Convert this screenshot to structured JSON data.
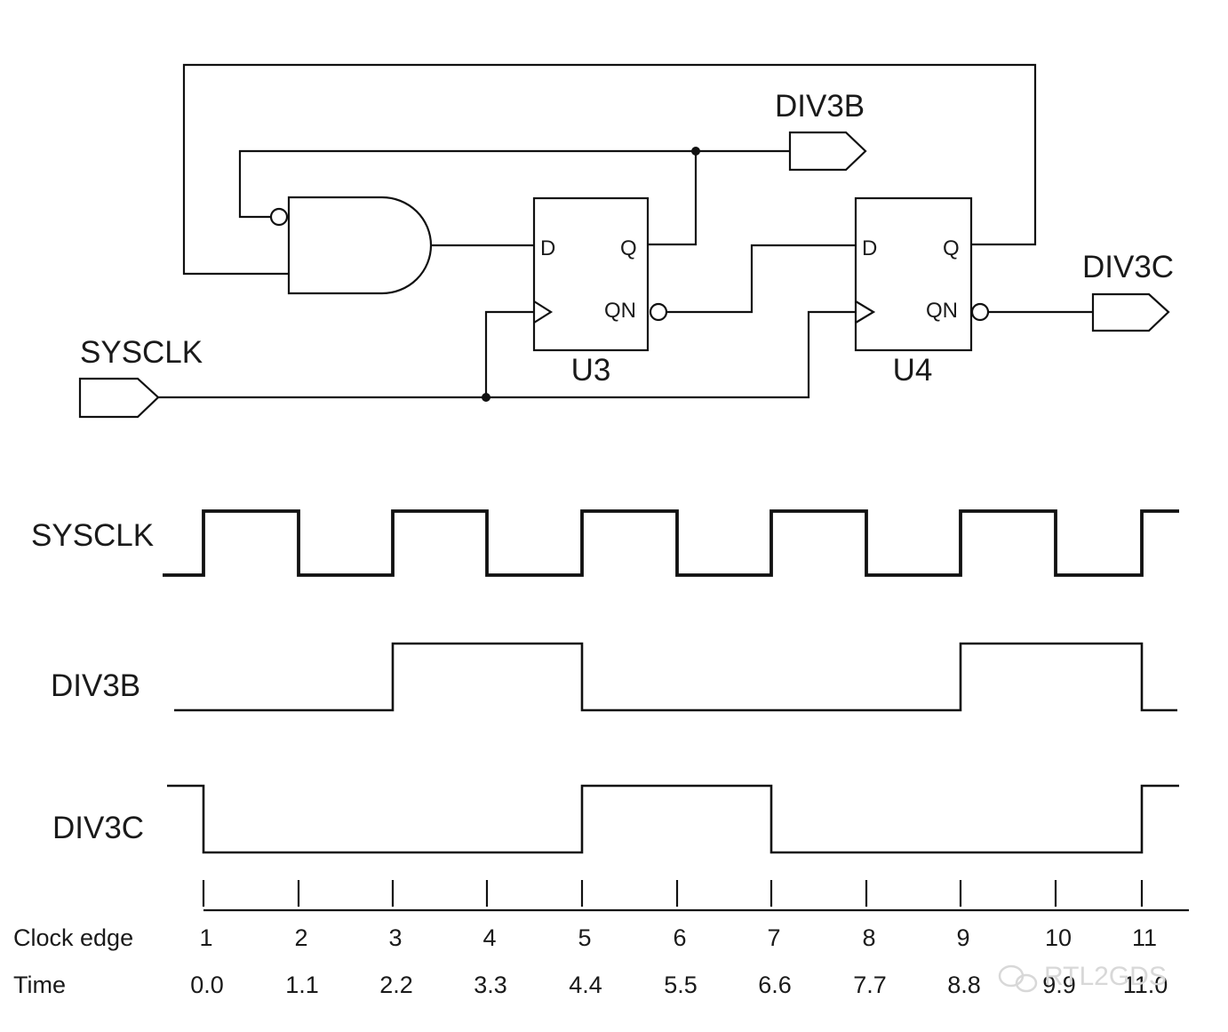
{
  "ports": {
    "input": "SYSCLK",
    "output_b": "DIV3B",
    "output_c": "DIV3C"
  },
  "components": {
    "u3": {
      "name": "U3",
      "pin_d": "D",
      "pin_q": "Q",
      "pin_qn": "QN"
    },
    "u4": {
      "name": "U4",
      "pin_d": "D",
      "pin_q": "Q",
      "pin_qn": "QN"
    }
  },
  "timing": {
    "signals": [
      {
        "name": "SYSCLK",
        "levels": [
          1,
          0,
          1,
          0,
          1,
          0,
          1,
          0,
          1,
          0,
          1
        ]
      },
      {
        "name": "DIV3B",
        "levels": [
          0,
          0,
          1,
          1,
          0,
          0,
          0,
          0,
          1,
          1,
          0
        ]
      },
      {
        "name": "DIV3C",
        "levels": [
          0,
          0,
          0,
          0,
          1,
          1,
          0,
          0,
          0,
          0,
          1
        ]
      }
    ],
    "row_labels": {
      "edge": "Clock edge",
      "time": "Time"
    },
    "edges": [
      "1",
      "2",
      "3",
      "4",
      "5",
      "6",
      "7",
      "8",
      "9",
      "10",
      "11"
    ],
    "times": [
      "0.0",
      "1.1",
      "2.2",
      "3.3",
      "4.4",
      "5.5",
      "6.6",
      "7.7",
      "8.8",
      "9.9",
      "11.0"
    ]
  },
  "watermark": "RTL2GDS"
}
